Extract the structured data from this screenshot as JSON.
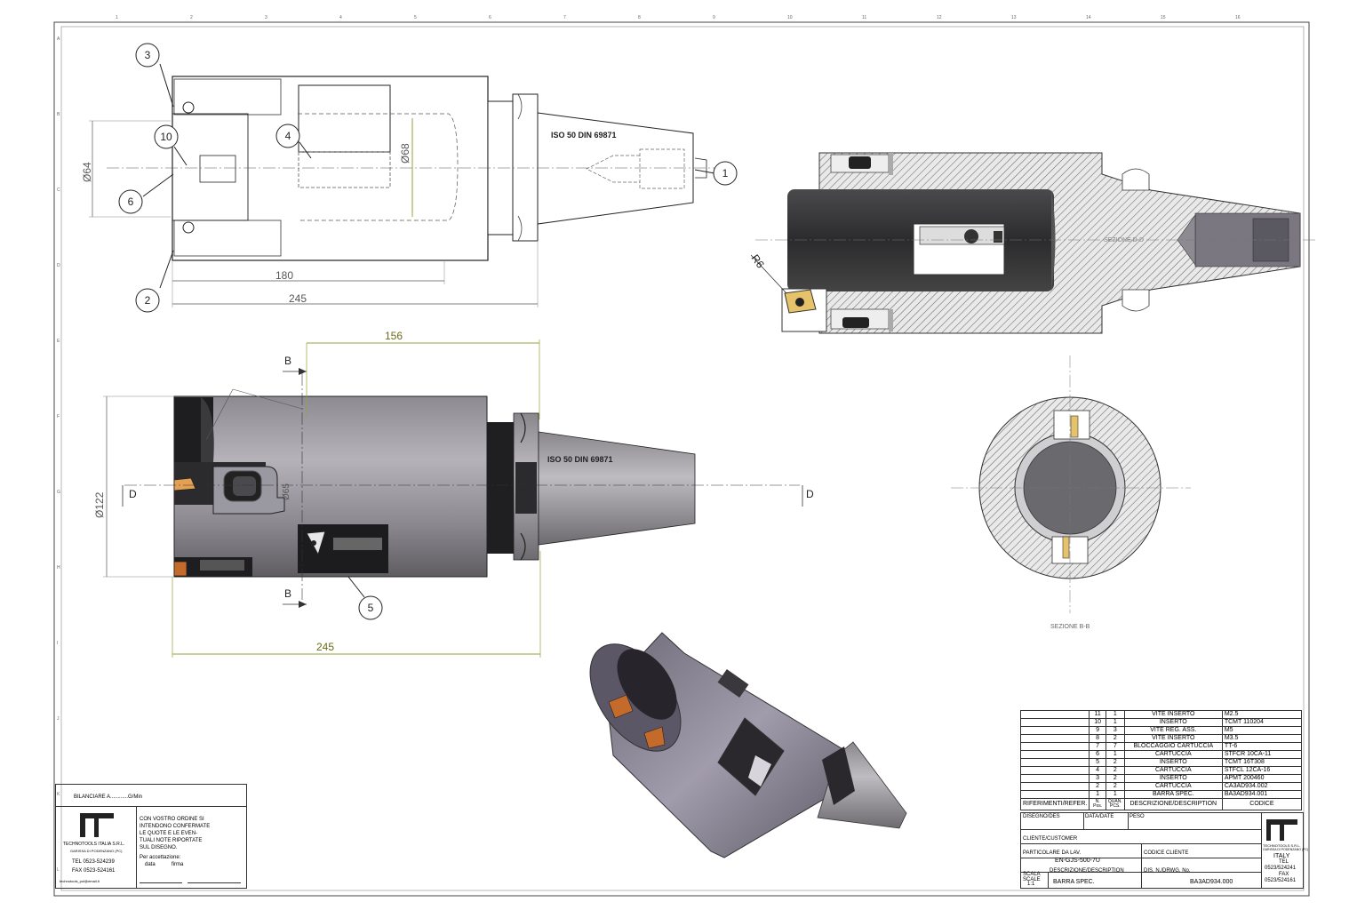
{
  "drawing": {
    "dims": {
      "d64": "Ø64",
      "d68": "Ø68",
      "len180": "180",
      "len245_top": "245",
      "len156": "156",
      "len245_bottom": "245",
      "d122": "Ø122",
      "d65": "Ø65",
      "r6": "R6"
    },
    "taper_label": "ISO 50 DIN 69871",
    "callouts": [
      "1",
      "2",
      "3",
      "4",
      "5",
      "6",
      "10"
    ],
    "section_bb": {
      "letter": "B",
      "label": "SEZIONE B-B"
    },
    "section_dd": {
      "letter": "D",
      "label": "SEZIONE D-D"
    },
    "grid_top": [
      "1",
      "2",
      "3",
      "4",
      "5",
      "6",
      "7",
      "8",
      "9",
      "10",
      "11",
      "12",
      "13",
      "14",
      "15",
      "16"
    ],
    "grid_side": [
      "A",
      "B",
      "C",
      "D",
      "E",
      "F",
      "G",
      "H",
      "I",
      "J",
      "K",
      "L"
    ]
  },
  "bom": {
    "rows": [
      {
        "ref": "11",
        "qty": "1",
        "desc": "VITE INSERTO",
        "code": "M2.5"
      },
      {
        "ref": "10",
        "qty": "1",
        "desc": "INSERTO",
        "code": "TCMT 110204"
      },
      {
        "ref": "9",
        "qty": "3",
        "desc": "VITE REG. ASS.",
        "code": "M5"
      },
      {
        "ref": "8",
        "qty": "2",
        "desc": "VITE INSERTO",
        "code": "M3.5"
      },
      {
        "ref": "7",
        "qty": "7",
        "desc": "BLOCCAGGIO CARTUCCIA",
        "code": "TT-6"
      },
      {
        "ref": "6",
        "qty": "1",
        "desc": "CARTUCCIA",
        "code": "STFCR 10CA-11"
      },
      {
        "ref": "5",
        "qty": "2",
        "desc": "INSERTO",
        "code": "TCMT 16T308"
      },
      {
        "ref": "4",
        "qty": "2",
        "desc": "CARTUCCIA",
        "code": "STFCL 12CA-16"
      },
      {
        "ref": "3",
        "qty": "2",
        "desc": "INSERTO",
        "code": "APMT 200460"
      },
      {
        "ref": "2",
        "qty": "2",
        "desc": "CARTUCCIA",
        "code": "CA3AD934.002"
      },
      {
        "ref": "1",
        "qty": "1",
        "desc": "BARRA SPEC.",
        "code": "BA3AD934.001"
      }
    ],
    "header": {
      "ref": "RIFERIMENTI/REFER.",
      "npos": "N. Pos.",
      "qty": "QUAN. PCS.",
      "desc": "DESCRIZIONE/DESCRIPTION",
      "code": "CODICE"
    }
  },
  "titleblock": {
    "disegno": "DISEGNO/DES",
    "data": "DATA/DATE",
    "peso": "PESO",
    "cliente": "CLIENTE/CUSTOMER",
    "particolare": "PARTICOLARE DA LAV.",
    "particolare_val": "EN-GJS-500-7U",
    "codice_cliente": "CODICE CLIENTE",
    "scala": "SCALA SCALE",
    "scala_val": "1:1",
    "descrizione": "DESCRIZIONE/DESCRIPTION",
    "descrizione_val": "BARRA SPEC.",
    "dis_no": "DIS. N./DRWG. No.",
    "dis_no_val": "BA3AD934.000",
    "company": "TECHNOTOOLS S.R.L.",
    "company_addr": "GARISSA DI PODENZANO (PC)",
    "country": "ITALY",
    "tel": "TEL",
    "tel_val": "0523/524241",
    "fax": "FAX",
    "fax_val": "0523/524161"
  },
  "leftbox": {
    "bilanciare": "BILANCIARE A............G/Min",
    "note": [
      "CON VOSTRO ORDINE SI",
      "INTENDONO CONFERMATE",
      "LE QUOTE E LE EVEN-",
      "TUALI NOTE RIPORTATE",
      "SUL DISEGNO."
    ],
    "accettazione": "Per accettazione:",
    "data": "data",
    "firma": "firma",
    "company": "TECHNOTOOLS ITALIA S.R.L.",
    "addr": "GARISSA DI PODENZANO (PC)",
    "tel": "TEL 0523-524239",
    "fax": "FAX 0523-524161",
    "email": "technotools_pol@email.it"
  }
}
